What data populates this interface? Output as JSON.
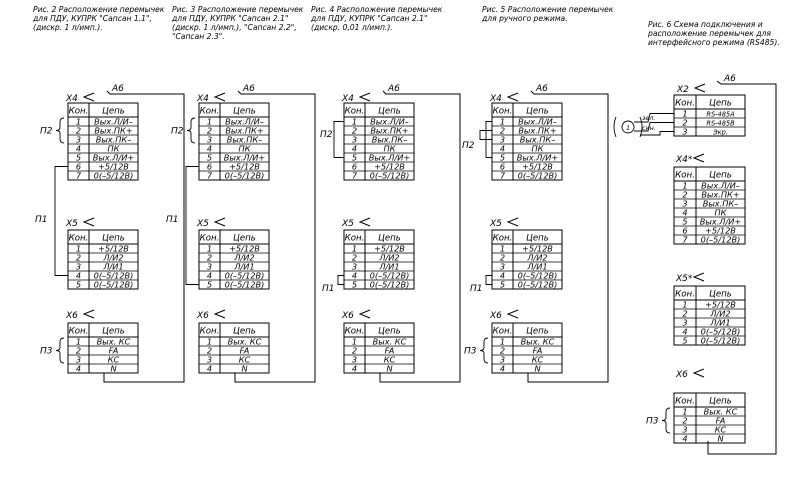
{
  "captions": [
    [
      "Рис. 2 Расположение перемычек",
      "для ПДУ, КУПРК \"Сапсан 1.1\",",
      "(дискр. 1 л/имп.)."
    ],
    [
      "Рис. 3 Расположение перемычек",
      "для ПДУ, КУПРК \"Сапсан 2.1\"",
      "(дискр. 1 л/имп.), \"Сапсан 2.2\",",
      "\"Сапсан 2.3\"."
    ],
    [
      "Рис. 4 Расположение перемычек",
      "для ПДУ, КУПРК \"Сапсан 2.1\"",
      "(дискр. 0,01 л/имп.)."
    ],
    [
      "Рис. 5 Расположение перемычек",
      "для ручного режима."
    ],
    [
      "Рис. 6 Схема подключения и",
      "расположение перемычек для",
      "интерфейсного режима (RS485)."
    ]
  ],
  "table_header": {
    "pin": "Кон.",
    "circuit": "Цепь"
  },
  "a6_label": "А6",
  "x4": {
    "name": "X4",
    "rows": [
      [
        "1",
        "Вых.Л/И–"
      ],
      [
        "2",
        "Вых.ПК+"
      ],
      [
        "3",
        "Вых.ПК–"
      ],
      [
        "4",
        "ПК"
      ],
      [
        "5",
        "Вых.Л/И+"
      ],
      [
        "6",
        "+5/12В"
      ],
      [
        "7",
        "0(–5/12В)"
      ]
    ]
  },
  "x5": {
    "name": "X5",
    "rows": [
      [
        "1",
        "+5/12В"
      ],
      [
        "2",
        "Л/И2"
      ],
      [
        "3",
        "Л/И1"
      ],
      [
        "4",
        "0(–5/12В)"
      ],
      [
        "5",
        "0(–5/12В)"
      ]
    ]
  },
  "x6": {
    "name": "X6",
    "rows": [
      [
        "1",
        "Вых. КС"
      ],
      [
        "2",
        "FA"
      ],
      [
        "3",
        "КС"
      ],
      [
        "4",
        "N"
      ]
    ]
  },
  "x2": {
    "name": "X2",
    "rows": [
      [
        "1",
        "RS-485A"
      ],
      [
        "2",
        "RS-485B"
      ],
      [
        "3",
        "Экр."
      ]
    ]
  },
  "fig6": {
    "x4_name": "X4*",
    "x5_name": "X5*",
    "wire_green": "зел.",
    "wire_blue": "син.",
    "circle_num": "1"
  },
  "jumpers": {
    "p1": "П1",
    "p2": "П2",
    "p3": "П3"
  }
}
